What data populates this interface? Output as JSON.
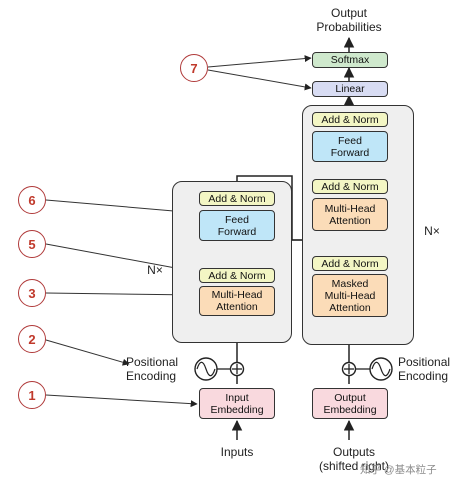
{
  "output": {
    "title": "Output\nProbabilities"
  },
  "decoder": {
    "softmax": "Softmax",
    "linear": "Linear",
    "add_norm": "Add & Norm",
    "feed_forward": "Feed\nForward",
    "multi_head_attention": "Multi-Head\nAttention",
    "masked_attention": "Masked\nMulti-Head\nAttention",
    "repeat_label": "N×",
    "embedding": "Output\nEmbedding",
    "positional_encoding": "Positional\nEncoding",
    "input_label": "Outputs\n(shifted right)"
  },
  "encoder": {
    "add_norm": "Add & Norm",
    "feed_forward": "Feed\nForward",
    "multi_head_attention": "Multi-Head\nAttention",
    "repeat_label": "N×",
    "embedding": "Input\nEmbedding",
    "positional_encoding": "Positional\nEncoding",
    "input_label": "Inputs"
  },
  "annotations": [
    "7",
    "6",
    "5",
    "3",
    "2",
    "1"
  ],
  "watermark": "知乎 @基本粒子",
  "colors": {
    "add_norm": "#f3f6c4",
    "feed_forward": "#bfe6f8",
    "attention": "#fbdcb8",
    "embedding": "#f9d9de",
    "linear": "#d8dcf3",
    "softmax": "#cfe9cd",
    "annotation": "#c0392b"
  }
}
